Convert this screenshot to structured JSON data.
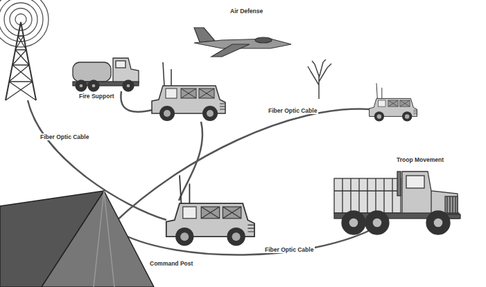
{
  "diagram": {
    "labels": [
      "Air Defense",
      "Fire Support",
      "Fiber Optic Cable",
      "Fiber Optic Cable",
      "Troop Movement",
      "Fiber Optic Cable",
      "Command Post"
    ]
  }
}
